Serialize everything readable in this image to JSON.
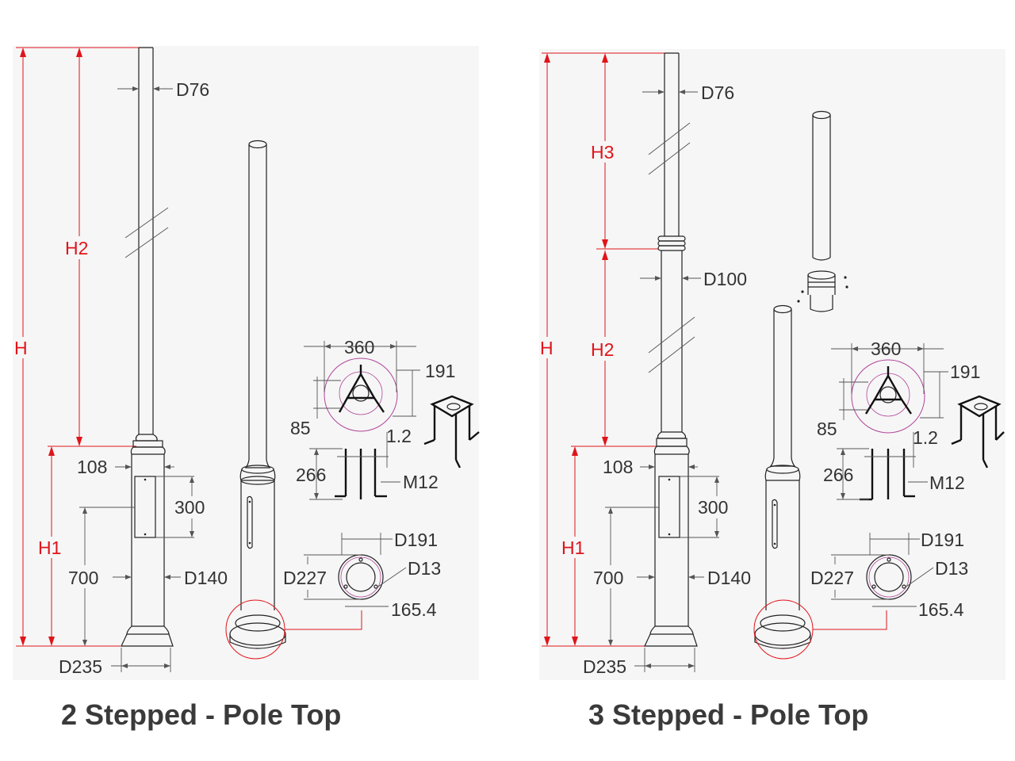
{
  "panels": [
    {
      "caption": "2 Stepped - Pole Top",
      "labels": {
        "H": "H",
        "H2": "H2",
        "H1": "H1",
        "D76": "D76",
        "d108": "108",
        "d300": "300",
        "d700": "700",
        "D140": "D140",
        "D235": "D235",
        "d360": "360",
        "d191": "191",
        "d85": "85",
        "d1_2": "1.2",
        "d266": "266",
        "M12": "M12",
        "D191": "D191",
        "D227": "D227",
        "D13": "D13",
        "d165_4": "165.4"
      }
    },
    {
      "caption": "3 Stepped - Pole Top",
      "labels": {
        "H": "H",
        "H3": "H3",
        "H2": "H2",
        "H1": "H1",
        "D76": "D76",
        "D100": "D100",
        "d108": "108",
        "d300": "300",
        "d700": "700",
        "D140": "D140",
        "D235": "D235",
        "d360": "360",
        "d191": "191",
        "d85": "85",
        "d1_2": "1.2",
        "d266": "266",
        "M12": "M12",
        "D191": "D191",
        "D227": "D227",
        "D13": "D13",
        "d165_4": "165.4"
      }
    }
  ],
  "colors": {
    "accent": "#e0141b",
    "magenta": "#b0459a",
    "panel_bg": "#f6f6f6"
  }
}
